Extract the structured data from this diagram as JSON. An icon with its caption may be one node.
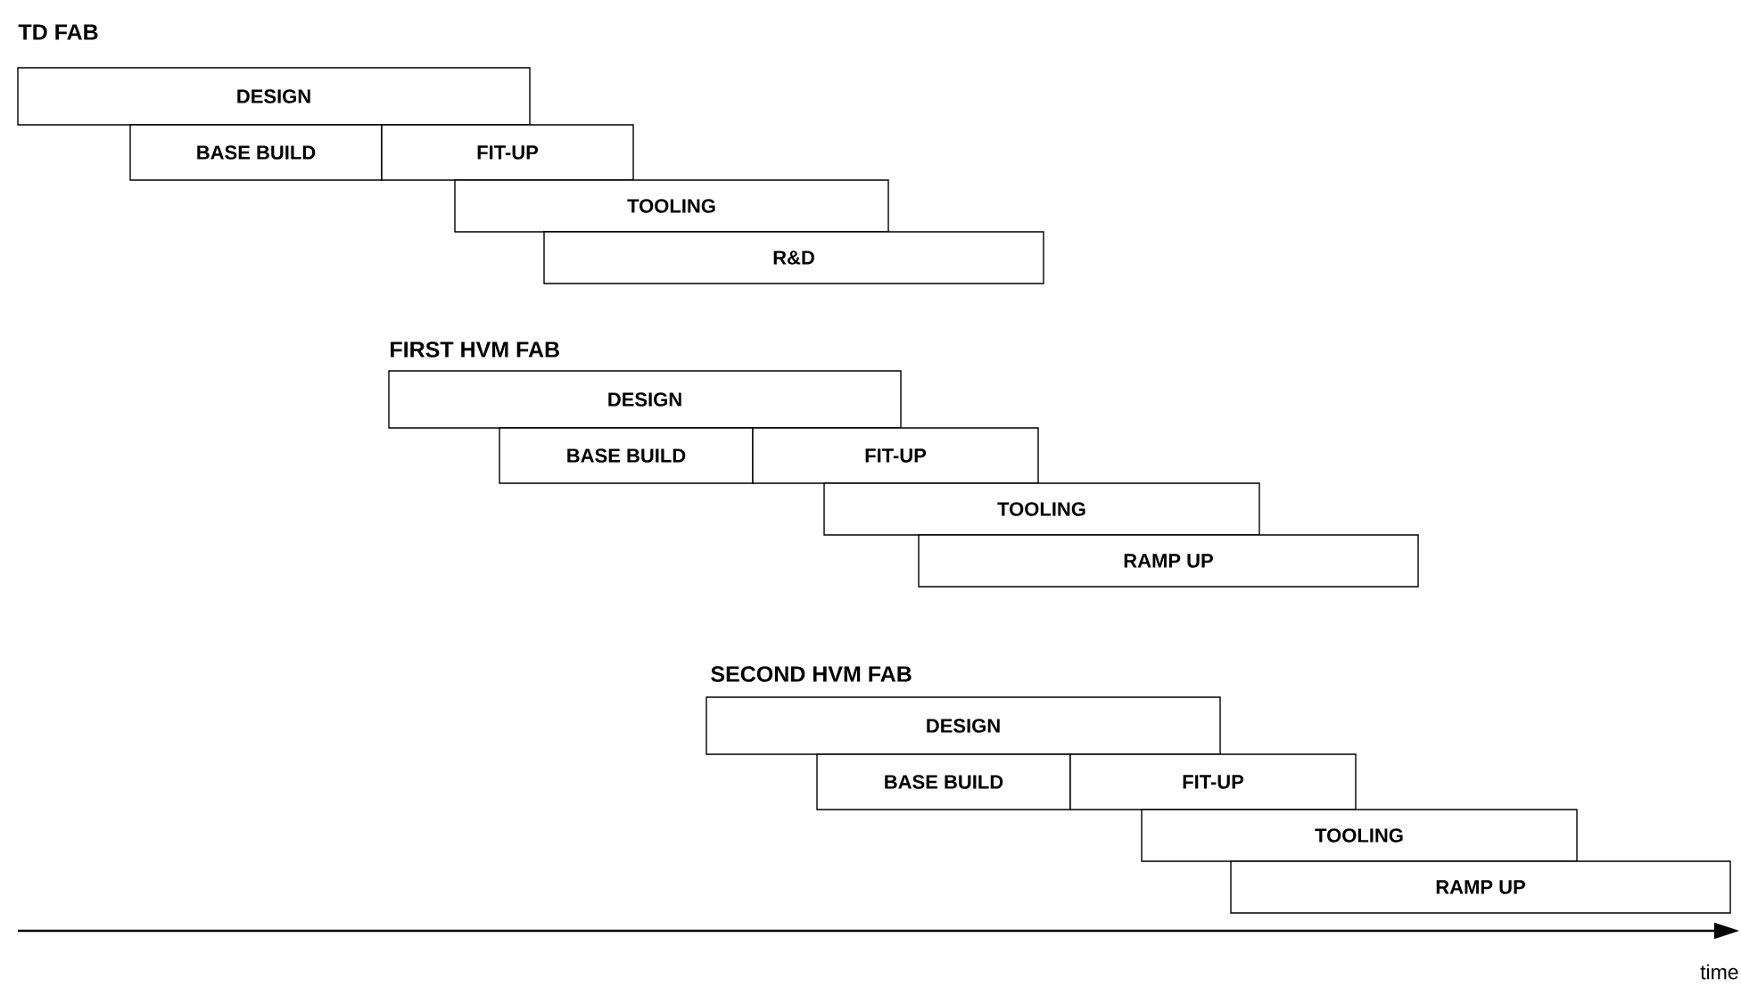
{
  "diagram": {
    "nodes": [
      {
        "text": [
          "DESIGN"
        ]
      },
      {
        "text": [
          "BASE BUILD"
        ]
      },
      {
        "text": [
          "FIT-UP"
        ]
      },
      {
        "text": [
          "TOOLING"
        ]
      },
      {
        "text": [
          "R&D"
        ]
      },
      {
        "text": [
          "DESIGN"
        ]
      },
      {
        "text": [
          "BASE BUILD"
        ]
      },
      {
        "text": [
          "FIT-UP"
        ]
      },
      {
        "text": [
          "TOOLING"
        ]
      },
      {
        "text": [
          "RAMP UP"
        ]
      },
      {
        "text": [
          "DESIGN"
        ]
      },
      {
        "text": [
          "BASE BUILD"
        ]
      },
      {
        "text": [
          "FIT-UP"
        ]
      },
      {
        "text": [
          "TOOLING"
        ]
      },
      {
        "text": [
          "RAMP UP"
        ]
      }
    ],
    "labels": [
      "TD FAB",
      "FIRST HVM FAB",
      "SECOND HVM FAB",
      "time"
    ]
  }
}
